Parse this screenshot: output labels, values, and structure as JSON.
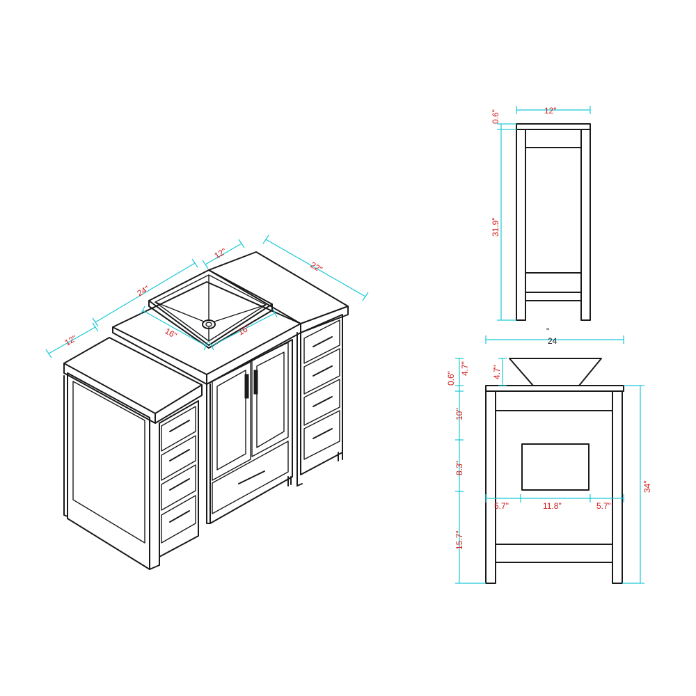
{
  "dimensions": {
    "iso": {
      "left_depth": "12\"",
      "counter_width": "24\"",
      "top_depth": "12\"",
      "overall_depth": "22\"",
      "sink_width": "16\"",
      "sink_depth": "16\""
    },
    "side": {
      "width": "12\"",
      "top_thickness": "0.6\"",
      "height": "31.9\""
    },
    "front": {
      "width_mark": "\"",
      "width": "24",
      "basin_height_left": "4.7\"",
      "basin_height_inner": "4.7\"",
      "top_thickness": "0.6\"",
      "segment_top": "10\"",
      "segment_mid": "8.3\"",
      "segment_bottom": "15.7\"",
      "overall_height": "34\"",
      "gap_left": "5.7\"",
      "opening": "11.8\"",
      "gap_right": "5.7\""
    }
  },
  "colors": {
    "ink": "#1a1a1a",
    "dimension_line": "#19c8d6",
    "dimension_text": "#d11a1a"
  }
}
